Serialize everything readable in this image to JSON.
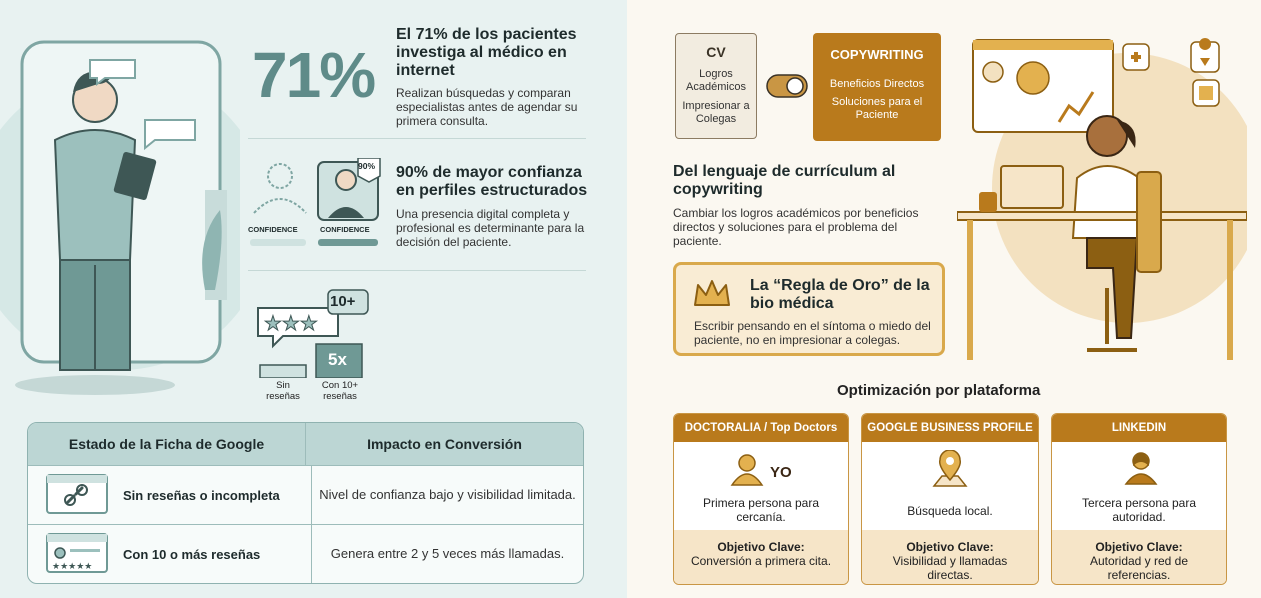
{
  "left": {
    "stat1": {
      "number": "71%",
      "title": "El 71% de los pacientes investiga al médico en internet",
      "desc": "Realizan búsquedas y comparan especialistas antes de agendar su primera consulta."
    },
    "stat2": {
      "badge": "90%",
      "confidence_label_1": "CONFIDENCE",
      "confidence_label_2": "CONFIDENCE",
      "title": "90% de mayor confianza en perfiles estructurados",
      "desc": "Una presencia digital completa y profesional es determinante para la decisión del paciente."
    },
    "stat3": {
      "bubble": "10+",
      "multiplier": "5x",
      "label_left": "Sin reseñas",
      "label_right": "Con 10+ reseñas"
    },
    "table": {
      "headers": [
        "Estado de la Ficha de Google",
        "Impacto en Conversión"
      ],
      "rows": [
        {
          "label": "Sin reseñas o incompleta",
          "impact": "Nivel de confianza bajo y visibilidad limitada."
        },
        {
          "label": "Con 10 o más reseñas",
          "impact": "Genera entre 2 y 5 veces más llamadas."
        }
      ]
    }
  },
  "right": {
    "cv": {
      "title": "CV",
      "line1": "Logros Académicos",
      "line2": "Impresionar a Colegas"
    },
    "copy": {
      "title": "COPYWRITING",
      "line1": "Beneficios Directos",
      "line2": "Soluciones para el Paciente"
    },
    "section": {
      "title": "Del lenguaje de currículum al copywriting",
      "desc": "Cambiar los logros académicos por beneficios directos y soluciones para el problema del paciente."
    },
    "rule": {
      "title": "La “Regla de Oro” de la bio médica",
      "desc": "Escribir pensando en el síntoma o miedo del paciente, no en impresionar a colegas."
    },
    "platforms_title": "Optimización por plataforma",
    "platforms": [
      {
        "name": "DOCTORALIA / Top Doctors",
        "icon_text": "YO",
        "desc": "Primera persona para cercanía.",
        "goal_label": "Objetivo Clave:",
        "goal": "Conversión a primera cita."
      },
      {
        "name": "GOOGLE BUSINESS PROFILE",
        "icon_text": "",
        "desc": "Búsqueda local.",
        "goal_label": "Objetivo Clave:",
        "goal": "Visibilidad y llamadas directas."
      },
      {
        "name": "LINKEDIN",
        "icon_text": "",
        "desc": "Tercera persona para autoridad.",
        "goal_label": "Objetivo Clave:",
        "goal": "Autoridad y red de referencias."
      }
    ]
  }
}
